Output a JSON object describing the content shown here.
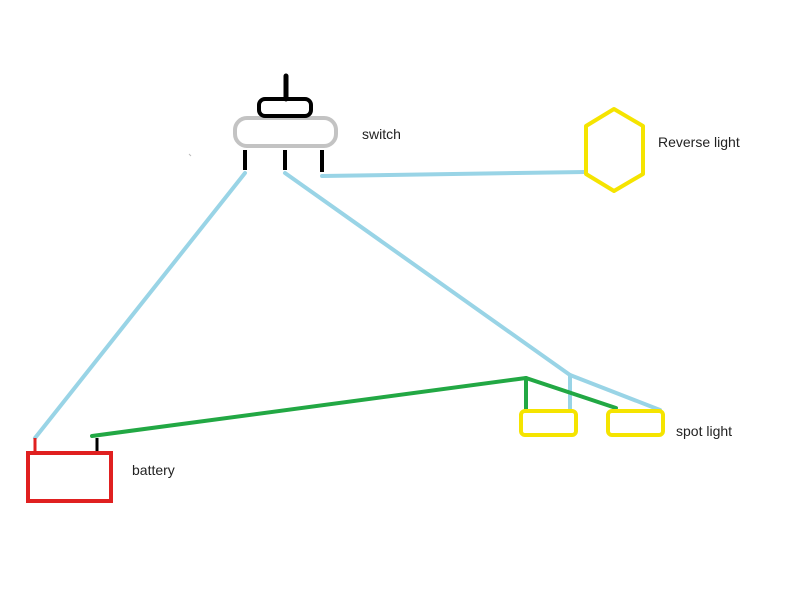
{
  "labels": {
    "switch": "switch",
    "reverse_light": "Reverse light",
    "spot_light": "spot light",
    "battery": "battery"
  },
  "colors": {
    "wire_signal": "#99D4E6",
    "wire_ground": "#22A844",
    "switch_body": "#C3C3C3",
    "switch_lever": "#000000",
    "light_outline": "#F5E400",
    "battery_outline": "#E02020",
    "battery_post": "#E02020"
  },
  "icons": {
    "switch": "toggle-switch-icon",
    "reverse_light": "hexagon-lamp-icon",
    "spot_light": "rounded-rect-lamp-icon",
    "battery": "battery-box-icon"
  }
}
